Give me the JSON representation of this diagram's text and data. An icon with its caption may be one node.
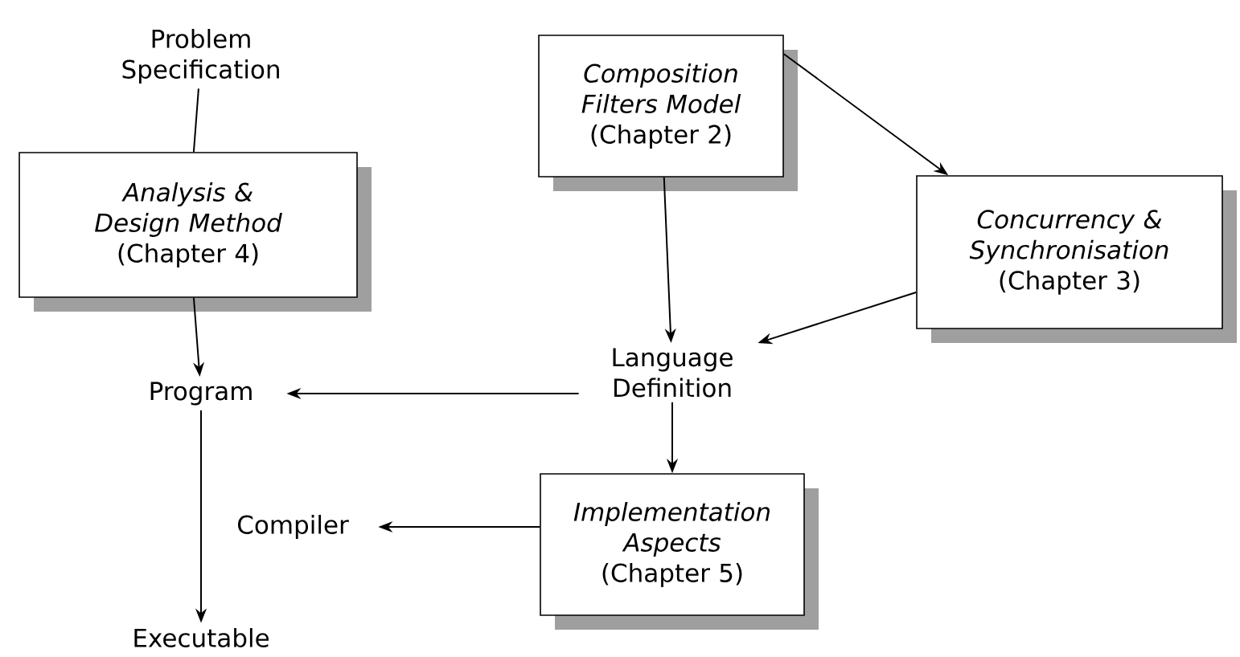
{
  "diagram": {
    "nodes": [
      {
        "text": [
          "Problem Specification"
        ]
      },
      {
        "text": [
          "Analysis & Design Method",
          "(Chapter 4)"
        ]
      },
      {
        "text": [
          "Composition Filters Model",
          "(Chapter 2)"
        ]
      },
      {
        "text": [
          "Concurrency & Synchronisation",
          "(Chapter 3)"
        ]
      },
      {
        "text": [
          "Language Definition"
        ]
      },
      {
        "text": [
          "Program"
        ]
      },
      {
        "text": [
          "Implementation Aspects",
          "(Chapter 5)"
        ]
      },
      {
        "text": [
          "Compiler"
        ]
      },
      {
        "text": [
          "Executable"
        ]
      }
    ],
    "edges": [
      {
        "from": 0,
        "to": 1,
        "arrow": "none"
      },
      {
        "from": 1,
        "to": 5,
        "arrow": "to"
      },
      {
        "from": 2,
        "to": 4,
        "arrow": "to"
      },
      {
        "from": 2,
        "to": 3,
        "arrow": "to"
      },
      {
        "from": 3,
        "to": 4,
        "arrow": "to"
      },
      {
        "from": 4,
        "to": 5,
        "arrow": "to"
      },
      {
        "from": 4,
        "to": 6,
        "arrow": "to"
      },
      {
        "from": 6,
        "to": 7,
        "arrow": "to"
      },
      {
        "from": 5,
        "to": 8,
        "arrow": "to"
      }
    ]
  }
}
